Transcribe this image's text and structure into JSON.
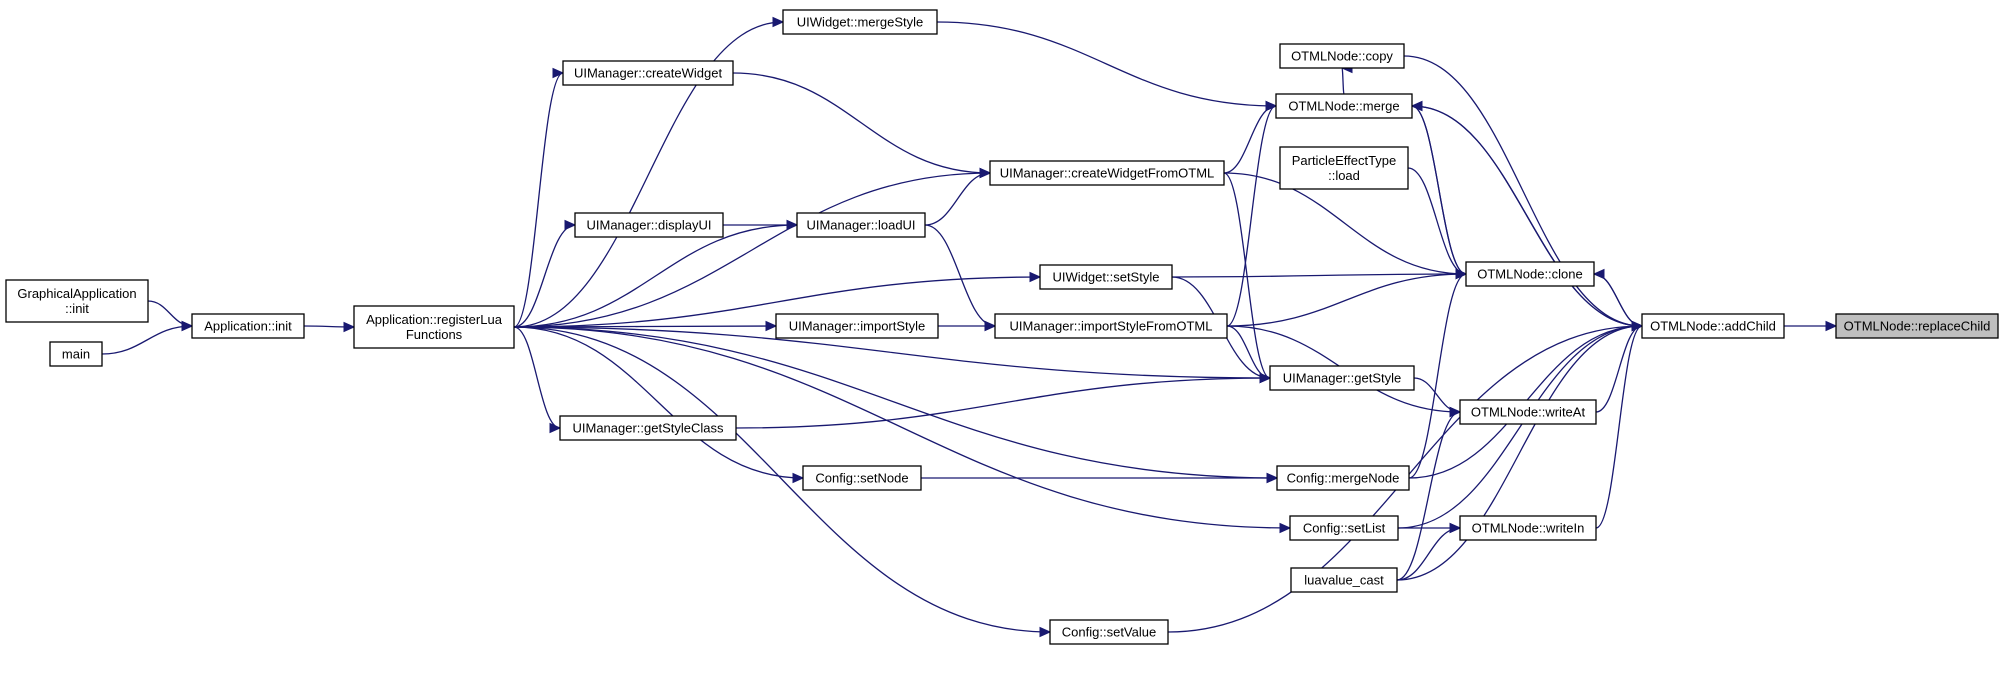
{
  "diagram": {
    "type": "call-graph",
    "edge_color": "#191970",
    "highlight_fill": "#bfbfbf",
    "nodes": [
      {
        "id": "replaceChild",
        "lines": [
          "OTMLNode::replaceChild"
        ],
        "highlight": true
      },
      {
        "id": "addChild",
        "lines": [
          "OTMLNode::addChild"
        ]
      },
      {
        "id": "copy",
        "lines": [
          "OTMLNode::copy"
        ]
      },
      {
        "id": "merge",
        "lines": [
          "OTMLNode::merge"
        ]
      },
      {
        "id": "particleLoad",
        "lines": [
          "ParticleEffectType",
          "::load"
        ]
      },
      {
        "id": "clone",
        "lines": [
          "OTMLNode::clone"
        ]
      },
      {
        "id": "writeAt",
        "lines": [
          "OTMLNode::writeAt"
        ]
      },
      {
        "id": "writeIn",
        "lines": [
          "OTMLNode::writeIn"
        ]
      },
      {
        "id": "mergeStyle",
        "lines": [
          "UIWidget::mergeStyle"
        ]
      },
      {
        "id": "createWidget",
        "lines": [
          "UIManager::createWidget"
        ]
      },
      {
        "id": "createWidgetFromOTML",
        "lines": [
          "UIManager::createWidgetFromOTML"
        ]
      },
      {
        "id": "displayUI",
        "lines": [
          "UIManager::displayUI"
        ]
      },
      {
        "id": "loadUI",
        "lines": [
          "UIManager::loadUI"
        ]
      },
      {
        "id": "setStyle",
        "lines": [
          "UIWidget::setStyle"
        ]
      },
      {
        "id": "importStyle",
        "lines": [
          "UIManager::importStyle"
        ]
      },
      {
        "id": "importStyleFromOTML",
        "lines": [
          "UIManager::importStyleFromOTML"
        ]
      },
      {
        "id": "getStyle",
        "lines": [
          "UIManager::getStyle"
        ]
      },
      {
        "id": "getStyleClass",
        "lines": [
          "UIManager::getStyleClass"
        ]
      },
      {
        "id": "setNode",
        "lines": [
          "Config::setNode"
        ]
      },
      {
        "id": "mergeNode",
        "lines": [
          "Config::mergeNode"
        ]
      },
      {
        "id": "setList",
        "lines": [
          "Config::setList"
        ]
      },
      {
        "id": "luavalueCast",
        "lines": [
          "luavalue_cast"
        ]
      },
      {
        "id": "setValue",
        "lines": [
          "Config::setValue"
        ]
      },
      {
        "id": "registerLua",
        "lines": [
          "Application::registerLua",
          "Functions"
        ]
      },
      {
        "id": "appInit",
        "lines": [
          "Application::init"
        ]
      },
      {
        "id": "gfxInit",
        "lines": [
          "GraphicalApplication",
          "::init"
        ]
      },
      {
        "id": "main",
        "lines": [
          "main"
        ]
      }
    ]
  }
}
